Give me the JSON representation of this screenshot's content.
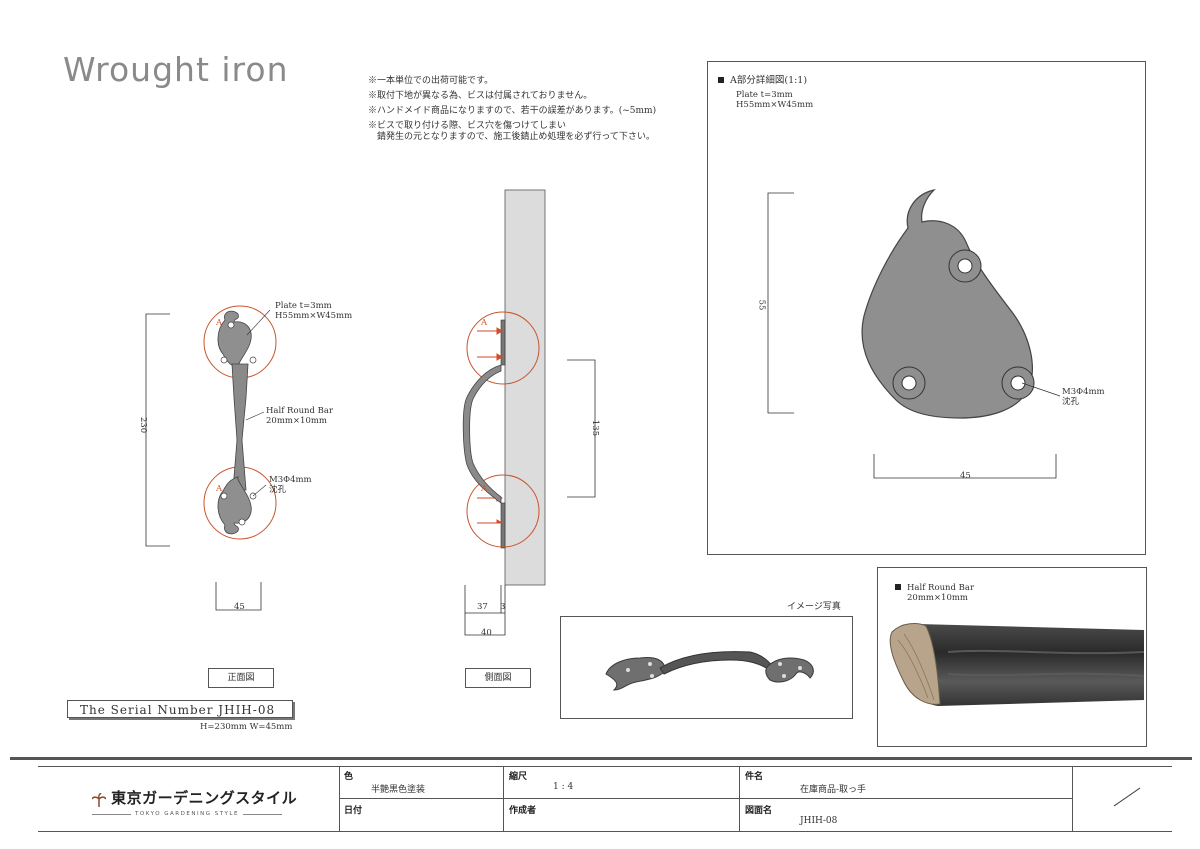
{
  "title": "Wrought iron",
  "notes": [
    "※一本単位での出荷可能です。",
    "※取付下地が異なる為、ビスは付属されておりません。",
    "※ハンドメイド商品になりますので、若干の誤差があります。(~5mm)",
    "※ビスで取り付ける際、ビス穴を傷つけてしまい",
    "　錆発生の元となりますので、施工後錆止め処理を必ず行って下さい。"
  ],
  "front": {
    "plate_label_1": "Plate t=3mm",
    "plate_label_2": "H55mm×W45mm",
    "bar_label_1": "Half Round Bar",
    "bar_label_2": "20mm×10mm",
    "hole_label_1": "M3Φ4mm",
    "hole_label_2": "沈孔",
    "marker_a": "A",
    "dim_height": "230",
    "dim_width": "45",
    "view_label": "正面図"
  },
  "side": {
    "marker_a": "A",
    "dim_height": "135",
    "dim_37": "37",
    "dim_3": "3",
    "dim_40": "40",
    "view_label": "側面図"
  },
  "detail": {
    "header": "A部分詳細図(1:1)",
    "plate_1": "Plate t=3mm",
    "plate_2": "H55mm×W45mm",
    "dim_height": "55",
    "dim_width": "45",
    "hole_1": "M3Φ4mm",
    "hole_2": "沈孔"
  },
  "photo": {
    "caption": "イメージ写真"
  },
  "bar_photo": {
    "label_1": "Half Round Bar",
    "label_2": "20mm×10mm"
  },
  "serial": {
    "text": "The Serial Number JHIH-08",
    "size": "H=230mm W=45mm"
  },
  "footer": {
    "logo_main": "東京ガーデニングスタイル",
    "logo_sub": "TOKYO GARDENING STYLE",
    "color_label": "色",
    "color_value": "半艶黒色塗装",
    "scale_label": "縮尺",
    "scale_value": "1 : 4",
    "item_label": "件名",
    "item_value": "在庫商品-取っ手",
    "date_label": "日付",
    "author_label": "作成者",
    "drawing_label": "図面名",
    "drawing_value": "JHIH-08"
  },
  "colors": {
    "iron": "#8f8f8f",
    "iron_dark": "#555555",
    "wall": "#dcdcdc",
    "circle": "#c9542b",
    "arrow": "#d64a2a",
    "title": "#8a8a8a"
  }
}
